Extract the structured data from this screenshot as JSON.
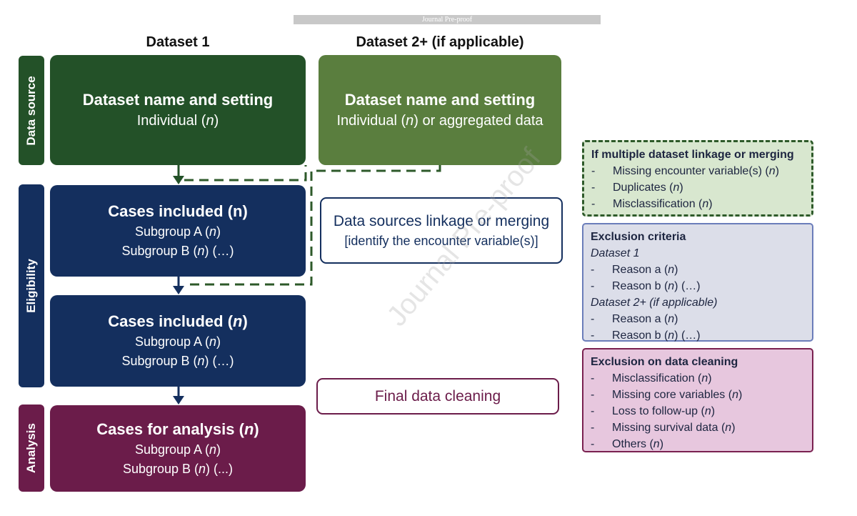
{
  "banner": "Journal Pre-proof",
  "watermark": "Journal Pre-proof",
  "columns": {
    "dataset1": "Dataset 1",
    "dataset2": "Dataset 2+ (if applicable)"
  },
  "sidebar": {
    "data_source": "Data source",
    "eligibility": "Eligibility",
    "analysis": "Analysis"
  },
  "source1": {
    "title": "Dataset name and setting",
    "line_pre": "Individual (",
    "n": "n",
    "line_post": ")"
  },
  "source2": {
    "title": "Dataset name and setting",
    "line_pre": "Individual (",
    "n": "n",
    "line_post": ") or aggregated data"
  },
  "cases1": {
    "title": "Cases included (n)",
    "sub_a_pre": "Subgroup A (",
    "sub_a_n": "n",
    "sub_a_post": ")",
    "sub_b_pre": "Subgroup B (",
    "sub_b_n": "n",
    "sub_b_post": ") (…)"
  },
  "cases2": {
    "title_pre": "Cases included (",
    "title_n": "n",
    "title_post": ")",
    "sub_a_pre": "Subgroup A (",
    "sub_a_n": "n",
    "sub_a_post": ")",
    "sub_b_pre": "Subgroup B (",
    "sub_b_n": "n",
    "sub_b_post": ") (…)"
  },
  "analysis_box": {
    "title_pre": "Cases for analysis (",
    "title_n": "n",
    "title_post": ")",
    "sub_a_pre": "Subgroup A (",
    "sub_a_n": "n",
    "sub_a_post": ")",
    "sub_b_pre": "Subgroup B (",
    "sub_b_n": "n",
    "sub_b_post": ") (...)"
  },
  "linkage": {
    "line1": "Data sources linkage or merging",
    "line2": "[identify the encounter variable(s)]"
  },
  "cleaning": "Final data cleaning",
  "panel_linkage": {
    "title": "If multiple dataset linkage or merging",
    "items": [
      {
        "pre": "Missing encounter variable(s) (",
        "n": "n",
        "post": ")"
      },
      {
        "pre": "Duplicates (",
        "n": "n",
        "post": ")"
      },
      {
        "pre": "Misclassification (",
        "n": "n",
        "post": ")"
      }
    ]
  },
  "panel_exclusion": {
    "title": "Exclusion criteria",
    "group1": "Dataset 1",
    "group1_items": [
      {
        "pre": "Reason a (",
        "n": "n",
        "post": ")"
      },
      {
        "pre": "Reason b (",
        "n": "n",
        "post": ") (…)"
      }
    ],
    "group2": "Dataset 2+ (if applicable)",
    "group2_items": [
      {
        "pre": "Reason a (",
        "n": "n",
        "post": ")"
      },
      {
        "pre": "Reason b (",
        "n": "n",
        "post": ") (…)"
      }
    ]
  },
  "panel_cleaning": {
    "title": "Exclusion on data cleaning",
    "items": [
      {
        "pre": "Misclassification (",
        "n": "n",
        "post": ")"
      },
      {
        "pre": "Missing core variables (",
        "n": "n",
        "post": ")"
      },
      {
        "pre": "Loss to follow-up (",
        "n": "n",
        "post": ")"
      },
      {
        "pre": "Missing survival data (",
        "n": "n",
        "post": ")"
      },
      {
        "pre": "Others (",
        "n": "n",
        "post": ")"
      }
    ]
  },
  "dash": "-",
  "colors": {
    "green_dark": "#235128",
    "green_light": "#5a7e3e",
    "navy": "#142f5e",
    "plum": "#6b1c4a"
  }
}
